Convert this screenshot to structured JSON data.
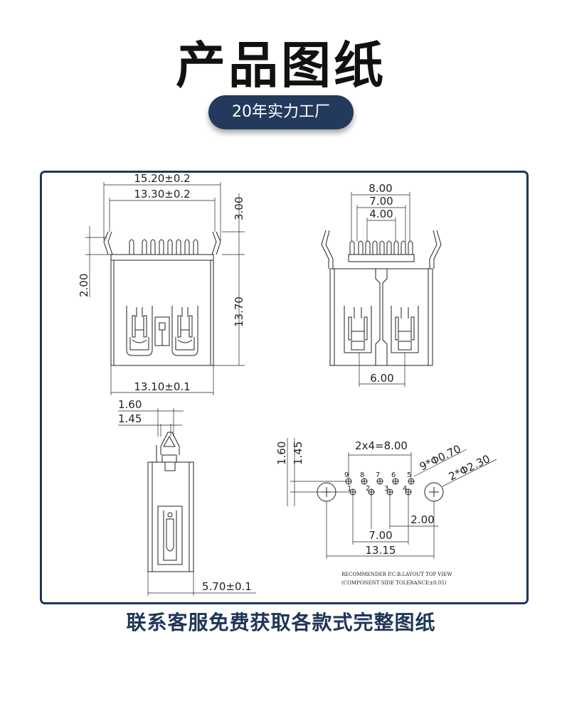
{
  "header": {
    "title": "产品图纸",
    "badge": "20年实力工厂"
  },
  "drawing": {
    "front_view": {
      "overall_width": "15.20±0.2",
      "pin_span": "13.30±0.2",
      "pin_height": "3.00",
      "upper_offset": "2.00",
      "body_height": "13.70",
      "body_width": "13.10±0.1"
    },
    "rear_view": {
      "outer_pitch": "8.00",
      "mid_pitch": "7.00",
      "inner_pitch": "4.00",
      "bottom_width": "6.00"
    },
    "side_view": {
      "pin_width_a": "1.60",
      "pin_width_b": "1.45",
      "depth": "5.70±0.1"
    },
    "pcb_layout": {
      "vertical_a": "1.60",
      "vertical_b": "1.45",
      "pitch_total": "2x4=8.00",
      "small_holes": "9*Φ0.70",
      "large_holes": "2*Φ2.30",
      "pin_offset": "2.00",
      "pin_span": "7.00",
      "hole_span": "13.15",
      "pin_numbers_top": [
        "9",
        "8",
        "7",
        "6",
        "5"
      ],
      "pin_numbers_bottom": [
        "1",
        "2",
        "3",
        "4"
      ],
      "note_line1": "RECOMMENDER P.C.B.LAYOUT TOP VIEW",
      "note_line2": "(COMPONENT SIDE TOLERANCE±0.05)"
    }
  },
  "footer": {
    "text": "联系客服免费获取各款式完整图纸"
  }
}
